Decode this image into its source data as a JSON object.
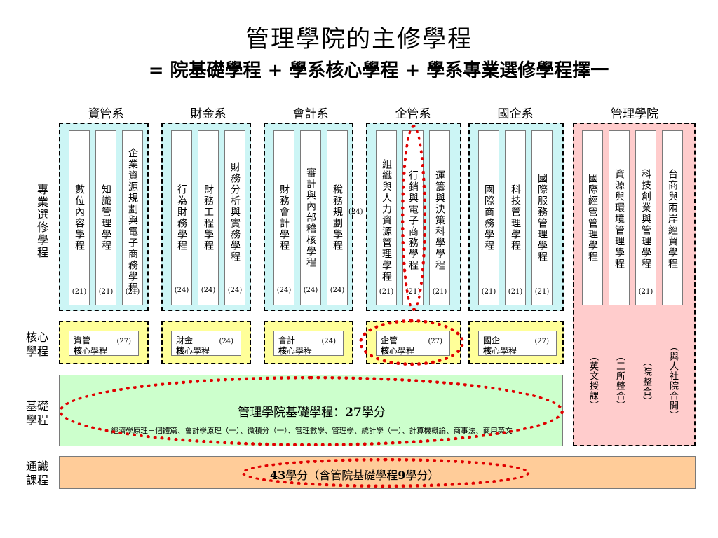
{
  "title": "管理學院的主修學程",
  "subtitle": "= 院基礎學程 + 學系核心學程 + 學系專業選修學程擇一",
  "row_labels": {
    "elective": "專業選修學程",
    "core": "核心學程",
    "foundation": "基礎學程",
    "general": "通識課程"
  },
  "departments": [
    {
      "name": "資管系",
      "programs": [
        {
          "name": "數位內容學程",
          "credits": "(21)"
        },
        {
          "name": "知識管理學程",
          "credits": "(21)"
        },
        {
          "name": "企業資源規劃與電子商務學程",
          "credits": "(21)"
        }
      ],
      "core": {
        "line1": "資管",
        "line2_bold": "核",
        "line2_rest": "心學程",
        "credits": "(27)"
      }
    },
    {
      "name": "財金系",
      "programs": [
        {
          "name": "行為財務學程",
          "credits": "(24)"
        },
        {
          "name": "財務工程學程",
          "credits": "(24)"
        },
        {
          "name": "財務分析與實務學程",
          "credits": "(24)"
        }
      ],
      "core": {
        "line1": "財金",
        "line2_bold": "核",
        "line2_rest": "心學程",
        "credits": "(24)"
      }
    },
    {
      "name": "會計系",
      "programs": [
        {
          "name": "財務會計學程",
          "credits": "(24)"
        },
        {
          "name": "審計與內部稽核學程",
          "credits": "(24)"
        },
        {
          "name": "稅務規劃學程",
          "credits": "(24)"
        }
      ],
      "core": {
        "line1": "會計",
        "line2_bold": "核",
        "line2_rest": "心學程",
        "credits": "(24)"
      },
      "extra_note": "(24)"
    },
    {
      "name": "企管系",
      "programs": [
        {
          "name": "組織與人力資源管理學程",
          "credits": "(21)"
        },
        {
          "name": "行銷與電子商務學程",
          "credits": "(21)"
        },
        {
          "name": "運籌與決策科學學程",
          "credits": "(21)"
        }
      ],
      "core": {
        "line1": "企管",
        "line2_bold": "核",
        "line2_rest": "心學程",
        "credits": "(27)"
      }
    },
    {
      "name": "國企系",
      "programs": [
        {
          "name": "國際商務學程",
          "credits": "(21)"
        },
        {
          "name": "科技管理學程",
          "credits": "(21)"
        },
        {
          "name": "國際服務管理學程",
          "credits": "(21)"
        }
      ],
      "core": {
        "line1": "國企",
        "line2_bold": "核",
        "line2_rest": "心學程",
        "credits": "(27)"
      }
    }
  ],
  "college": {
    "name": "管理學院",
    "programs": [
      {
        "name": "國際經營管理學程",
        "credits": "",
        "note": "（英文授課）"
      },
      {
        "name": "資源與環境管理學程",
        "credits": "",
        "note": "（三所整合）"
      },
      {
        "name": "科技創業與管理學程",
        "credits": "(21)",
        "note": "（院整合）"
      },
      {
        "name": "台商與兩岸經貿學程",
        "credits": "",
        "note": "（與人社院合開）"
      }
    ]
  },
  "foundation": {
    "title_pre": "管理學院基礎學程：",
    "title_num": "27",
    "title_post": "學分",
    "courses": "經濟學原理－個體篇、會計學原理（一）、微積分（一）、管理數學、管理學、統計學（一）、計算機概論、商事法、商用英文"
  },
  "general": {
    "num1": "43",
    "text1": "學分（含管院基礎學程",
    "num2": "9",
    "text2": "學分）"
  },
  "colors": {
    "cyan_box": "#ccf5f5",
    "yellow_box": "#ffff99",
    "pink_box": "#ffcccc",
    "green_box": "#ccffcc",
    "orange_box": "#ffcc99",
    "highlight_ring": "#e00000"
  }
}
